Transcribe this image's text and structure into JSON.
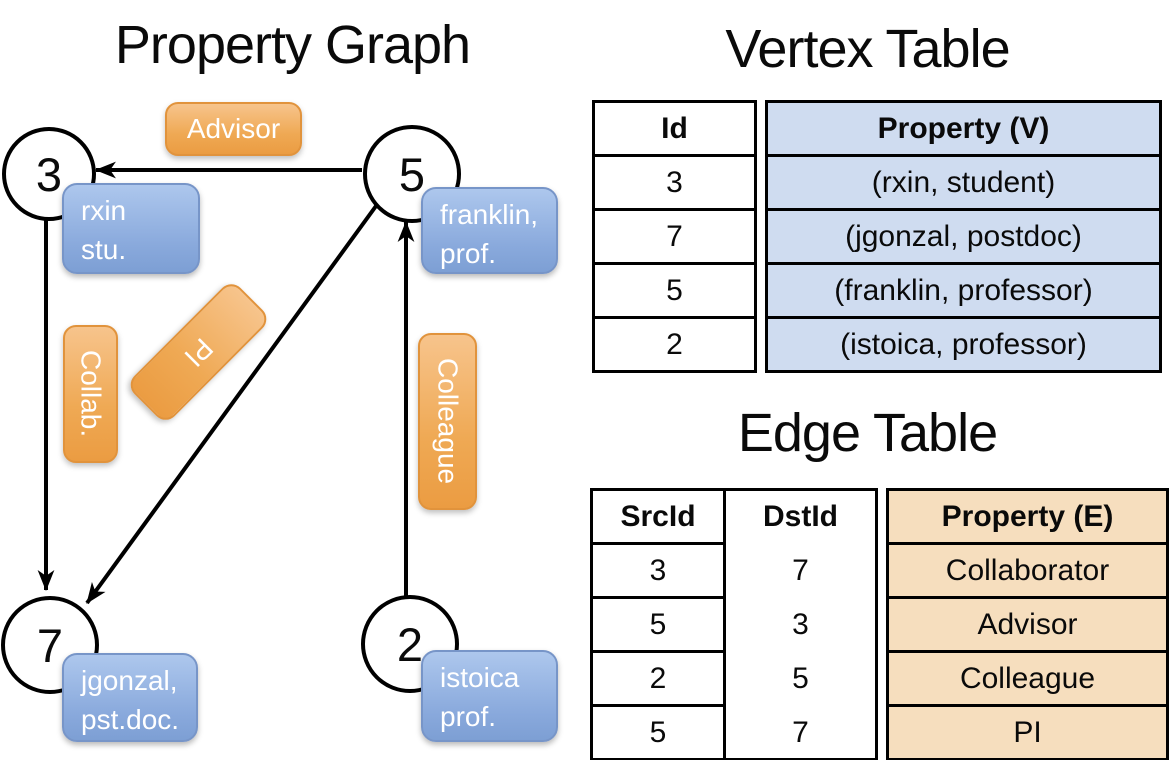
{
  "graph": {
    "title": "Property Graph",
    "vertices": [
      {
        "id": "3",
        "line1": "rxin",
        "line2": "stu."
      },
      {
        "id": "5",
        "line1": "franklin,",
        "line2": "prof."
      },
      {
        "id": "7",
        "line1": "jgonzal,",
        "line2": "pst.doc."
      },
      {
        "id": "2",
        "line1": "istoica",
        "line2": "prof."
      }
    ],
    "edge_labels": {
      "advisor": "Advisor",
      "collab": "Collab.",
      "pi": "PI",
      "colleague": "Colleague"
    }
  },
  "vertex_table": {
    "title": "Vertex Table",
    "columns": [
      "Id",
      "Property (V)"
    ],
    "rows": [
      [
        "3",
        "(rxin, student)"
      ],
      [
        "7",
        "(jgonzal, postdoc)"
      ],
      [
        "5",
        "(franklin, professor)"
      ],
      [
        "2",
        "(istoica, professor)"
      ]
    ]
  },
  "edge_table": {
    "title": "Edge Table",
    "columns": [
      "SrcId",
      "DstId",
      "Property (E)"
    ],
    "rows": [
      [
        "3",
        "7",
        "Collaborator"
      ],
      [
        "5",
        "3",
        "Advisor"
      ],
      [
        "2",
        "5",
        "Colleague"
      ],
      [
        "5",
        "7",
        "PI"
      ]
    ]
  },
  "colors": {
    "vertex_box_blue": "#89a9dc",
    "edge_box_orange": "#efa954",
    "vertex_table_fill": "#cfdcf0",
    "edge_table_fill": "#f6debe",
    "line_black": "#000000"
  }
}
